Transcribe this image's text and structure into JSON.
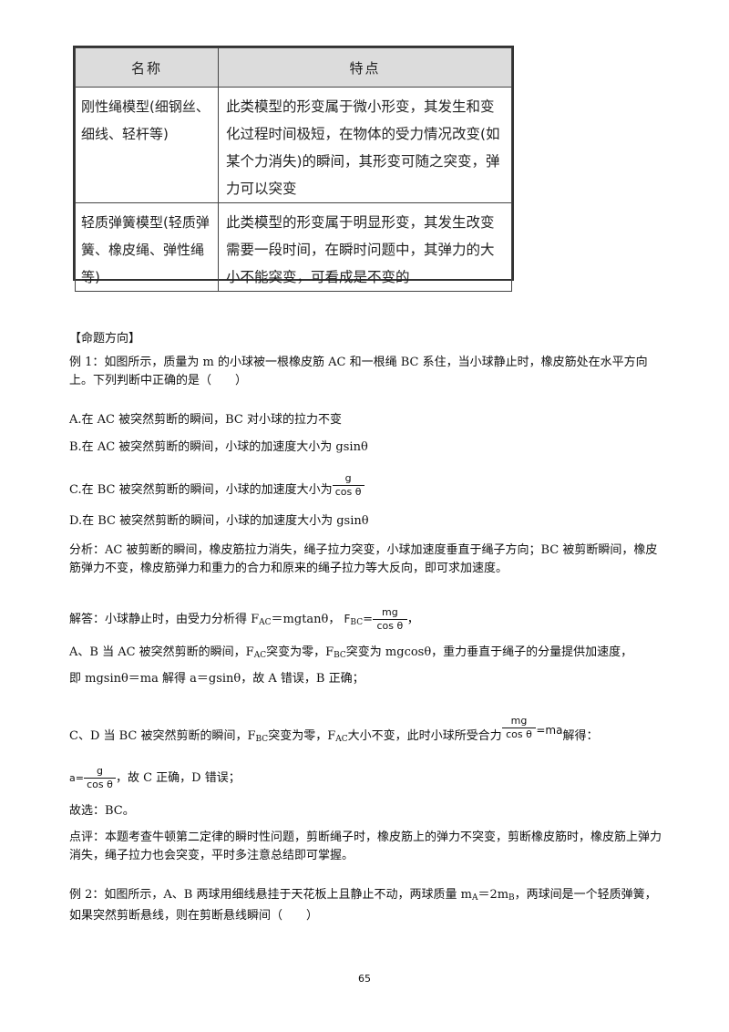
{
  "table": {
    "headers": [
      "名称",
      "特点"
    ],
    "rows": [
      {
        "name": "刚性绳模型(细钢丝、细线、轻杆等)",
        "feature": "此类模型的形变属于微小形变，其发生和变化过程时间极短，在物体的受力情况改变(如某个力消失)的瞬间，其形变可随之突变，弹力可以突变"
      },
      {
        "name": "轻质弹簧模型(轻质弹簧、橡皮绳、弹性绳等)",
        "feature": "此类模型的形变属于明显形变，其发生改变需要一段时间，在瞬时问题中，其弹力的大小不能突变，可看成是不变的"
      }
    ]
  },
  "content": {
    "heading": "【命题方向】",
    "ex1": "例 1：如图所示，质量为 m 的小球被一根橡皮筋 AC 和一根绳 BC 系住，当小球静止时，橡皮筋处在水平方向上。下列判断中正确的是（　　）",
    "optA": "A.在 AC 被突然剪断的瞬间，BC 对小球的拉力不变",
    "optB": "B.在 AC 被突然剪断的瞬间，小球的加速度大小为 gsinθ",
    "optC": "C.在 BC 被突然剪断的瞬间，小球的加速度大小为",
    "optC_num": "g",
    "optC_den": "cos θ",
    "optD": "D.在 BC 被突然剪断的瞬间，小球的加速度大小为 gsinθ",
    "analysis": "分析：AC 被剪断的瞬间，橡皮筋拉力消失，绳子拉力突变，小球加速度垂直于绳子方向；BC 被剪断瞬间，橡皮筋弹力不变，橡皮筋弹力和重力的合力和原来的绳子拉力等大反向，即可求加速度。",
    "ans_pre": "解答：小球静止时，由受力分析得 F",
    "ans_sub1": "AC",
    "ans_mid": "＝mgtanθ，",
    "ans_F": "F",
    "ans_sub2": "BC",
    "ans_eq": "=",
    "ans_num": "mg",
    "ans_den": "cos θ",
    "ans_end": "，",
    "ab1_pre": "A、B 当 AC 被突然剪断的瞬间，F",
    "ab1_sub1": "AC",
    "ab1_mid": "突变为零，F",
    "ab1_sub2": "BC",
    "ab1_end": "突变为 mgcosθ，重力垂直于绳子的分量提供加速度，",
    "ab2": "即 mgsinθ＝ma 解得 a＝gsinθ，故 A 错误，B 正确；",
    "cd_pre": "C、D 当 BC 被突然剪断的瞬间，F",
    "cd_sub1": "BC",
    "cd_mid": "突变为零，F",
    "cd_sub2": "AC",
    "cd_mid2": "大小不变，此时小球所受合力",
    "cd_num": "mg",
    "cd_den": "cos θ",
    "cd_eq": "=ma",
    "cd_end": "解得：",
    "a_pre": "a=",
    "a_num": "g",
    "a_den": "cos θ",
    "a_end": "，故 C 正确，D 错误；",
    "choose": "故选：BC。",
    "comment": "点评：本题考查牛顿第二定律的瞬时性问题，剪断绳子时，橡皮筋上的弹力不突变，剪断橡皮筋时，橡皮筋上弹力消失，绳子拉力也会突变，平时多注意总结即可掌握。",
    "ex2_pre": "例 2：如图所示，A、B 两球用细线悬挂于天花板上且静止不动，两球质量 m",
    "ex2_sub1": "A",
    "ex2_mid": "＝2m",
    "ex2_sub2": "B",
    "ex2_end": "，两球间是一个轻质弹簧，如果突然剪断悬线，则在剪断悬线瞬间（　　）"
  },
  "page_number": "65"
}
